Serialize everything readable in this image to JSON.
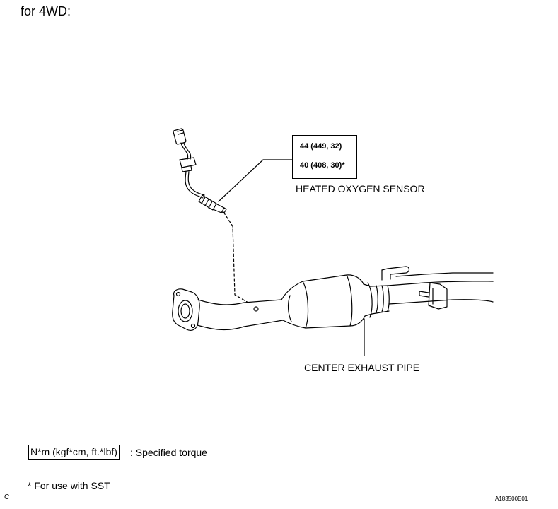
{
  "heading": "for 4WD:",
  "torque": {
    "line1": "44 (449, 32)",
    "line2": "40 (408, 30)*"
  },
  "labels": {
    "sensor": "HEATED OXYGEN SENSOR",
    "pipe": "CENTER EXHAUST PIPE"
  },
  "legend": {
    "unit": "N*m (kgf*cm, ft.*lbf)",
    "description": ": Specified torque"
  },
  "footnote": "* For use with SST",
  "corner_letter": "C",
  "figure_code": "A183500E01"
}
